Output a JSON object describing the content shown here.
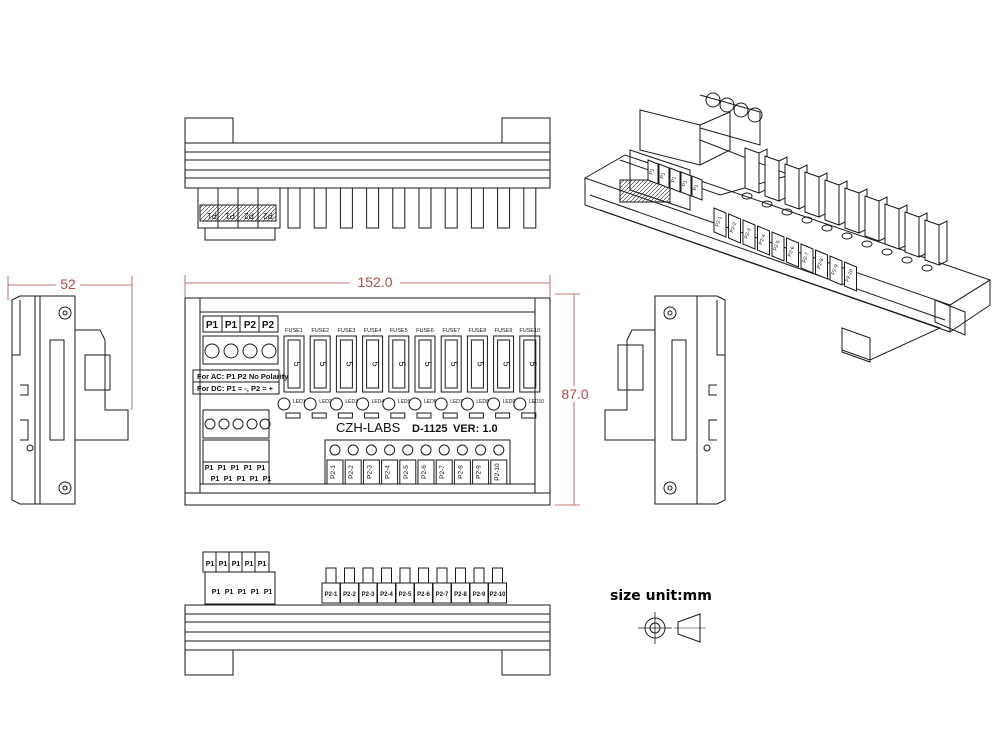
{
  "dimensions": {
    "width": "152.0",
    "height": "87.0",
    "depth": "52"
  },
  "board": {
    "brand": "CZH-LABS",
    "model": "D-1125",
    "version": "VER: 1.0",
    "ac_note": "For AC: P1 P2 No Polarity",
    "dc_note": "For DC: P1 = -, P2 = +",
    "input_labels": [
      "P1",
      "P1",
      "P2",
      "P2"
    ],
    "fuses": [
      "FUSE1",
      "FUSE2",
      "FUSE3",
      "FUSE4",
      "FUSE5",
      "FUSE6",
      "FUSE7",
      "FUSE8",
      "FUSE9",
      "FUSE10"
    ],
    "fuse_value": "5",
    "leds": [
      "LED1",
      "LED2",
      "LED3",
      "LED4",
      "LED5",
      "LED6",
      "LED7",
      "LED8",
      "LED9",
      "LED10"
    ],
    "p1_terminals": [
      "P1",
      "P1",
      "P1",
      "P1",
      "P1"
    ],
    "outputs": [
      "P2-1",
      "P2-2",
      "P2-3",
      "P2-4",
      "P2-5",
      "P2-6",
      "P2-7",
      "P2-8",
      "P2-9",
      "P2-10"
    ]
  },
  "size_unit_label": "size unit:mm",
  "colors": {
    "line": "#1a1a1a",
    "dimension": "#b24a4a"
  }
}
